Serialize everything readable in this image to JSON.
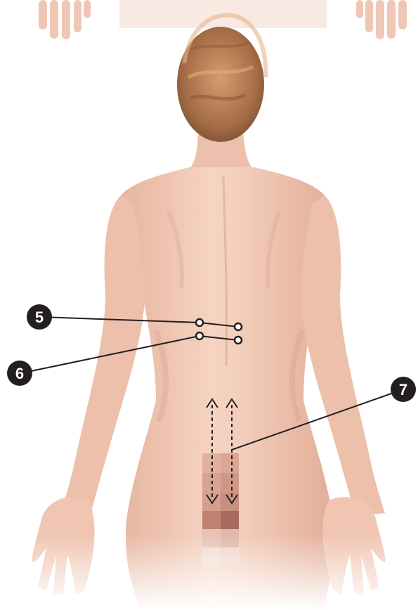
{
  "diagram": {
    "callouts": [
      {
        "id": "5",
        "label": "5"
      },
      {
        "id": "6",
        "label": "6"
      },
      {
        "id": "7",
        "label": "7"
      }
    ]
  },
  "colors": {
    "background": "#ffffff",
    "skin": "#f1c9b6",
    "skin_shadow": "#d9a28e",
    "hair": "#b98258",
    "callout_fill": "#231f20",
    "line": "#231f20"
  }
}
